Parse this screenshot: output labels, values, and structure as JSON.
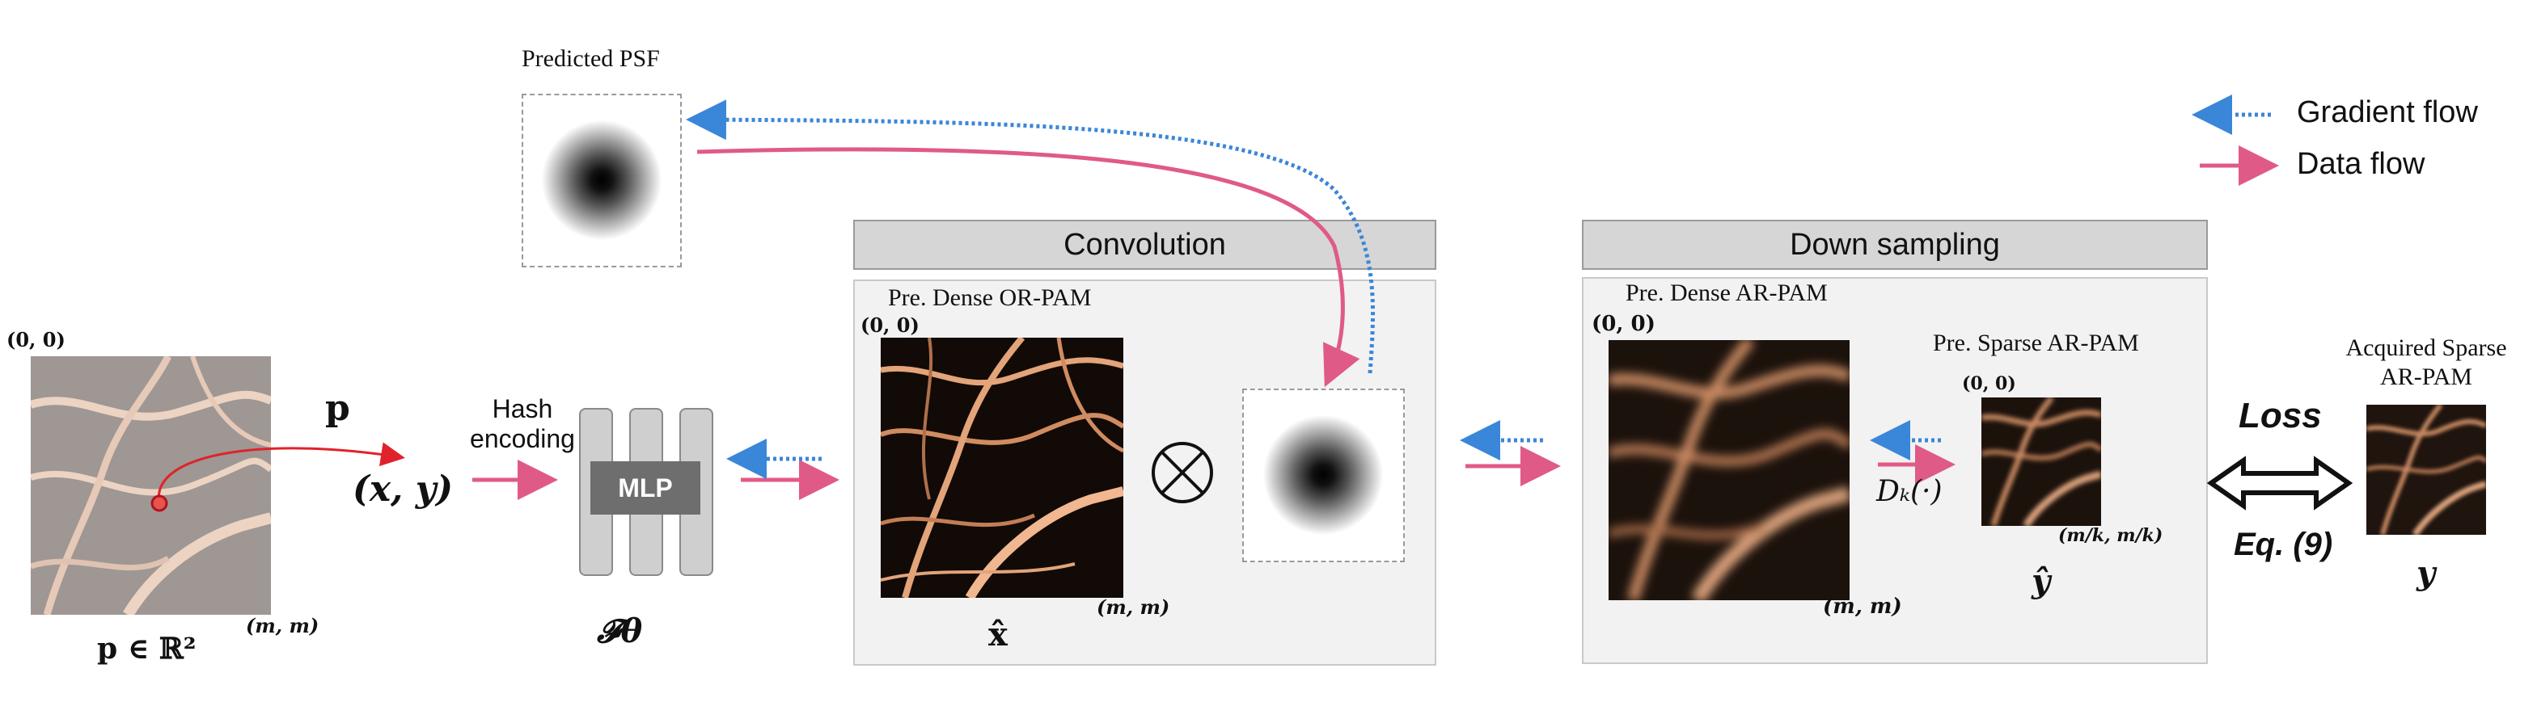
{
  "colors": {
    "data_flow": "#e05a87",
    "gradient_flow": "#3a86d8",
    "vessel": "#c98a62",
    "panel_bg": "#f2f2f2",
    "header_bg": "#d6d6d6"
  },
  "legend": {
    "gradient_label": "Gradient flow",
    "data_label": "Data flow"
  },
  "input": {
    "origin": "(0, 0)",
    "corner": "(m, m)",
    "set": "p ∈ ℝ²",
    "point": "p",
    "coords": "(x, y)"
  },
  "psf": {
    "title": "Predicted PSF"
  },
  "network": {
    "hash_line1": "Hash",
    "hash_line2": "encoding",
    "mlp": "MLP",
    "theta": "𝓕θ"
  },
  "convolution": {
    "header": "Convolution",
    "image_title": "Pre. Dense OR-PAM",
    "origin": "(0, 0)",
    "corner": "(m, m)",
    "xhat": "x̂",
    "operator": "⊗"
  },
  "downsampling": {
    "header": "Down sampling",
    "dense_title": "Pre. Dense AR-PAM",
    "dense_origin": "(0, 0)",
    "dense_corner": "(m, m)",
    "sparse_title": "Pre. Sparse AR-PAM",
    "sparse_origin": "(0, 0)",
    "sparse_corner": "(m/k, m/k)",
    "operator": "Dₖ(·)",
    "yhat": "ŷ"
  },
  "loss": {
    "label": "Loss",
    "eq": "Eq. (9)"
  },
  "acquired": {
    "title_line1": "Acquired Sparse",
    "title_line2": "AR-PAM",
    "y": "y"
  }
}
